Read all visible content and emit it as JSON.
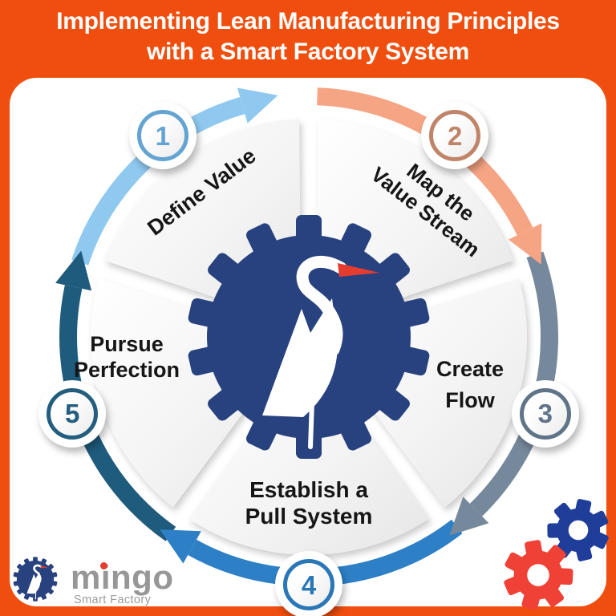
{
  "title": {
    "line1": "Implementing Lean Manufacturing Principles",
    "line2": "with a Smart Factory System"
  },
  "steps": [
    {
      "number": "1",
      "label": "Define Value",
      "lines": [
        "Define Value"
      ],
      "arc_color": "#8FC9F0",
      "ring_color": "#64A4D2"
    },
    {
      "number": "2",
      "label": "Map the Value Stream",
      "lines": [
        "Map the",
        "Value Stream"
      ],
      "arc_color": "#F5A584",
      "ring_color": "#C08468"
    },
    {
      "number": "3",
      "label": "Create Flow",
      "lines": [
        "Create",
        "Flow"
      ],
      "arc_color": "#76889C",
      "ring_color": "#5F7488"
    },
    {
      "number": "4",
      "label": "Establish a Pull System",
      "lines": [
        "Establish a",
        "Pull System"
      ],
      "arc_color": "#2D7FC6",
      "ring_color": "#2A77B8"
    },
    {
      "number": "5",
      "label": "Pursue Perfection",
      "lines": [
        "Pursue",
        "Perfection"
      ],
      "arc_color": "#1F5B7C",
      "ring_color": "#235E7E"
    }
  ],
  "center_icon": {
    "name": "gear-with-heron",
    "gear_color": "#28427F",
    "bird_color": "#FFFFFF",
    "beak_color": "#E63C2F"
  },
  "logo": {
    "name": "mingo",
    "tagline": "Smart Factory",
    "wordmark_color": "#979797",
    "dot_color": "#E63C2F",
    "gear_color": "#28427F"
  },
  "decor_gears": [
    {
      "name": "blue-gear",
      "color": "#1F3E9A"
    },
    {
      "name": "red-gear",
      "color": "#EF4136"
    }
  ],
  "colors": {
    "background": "#EF4E0E",
    "panel": "#FFFFFF",
    "title_text": "#FFFFFF",
    "label_text": "#161616"
  }
}
